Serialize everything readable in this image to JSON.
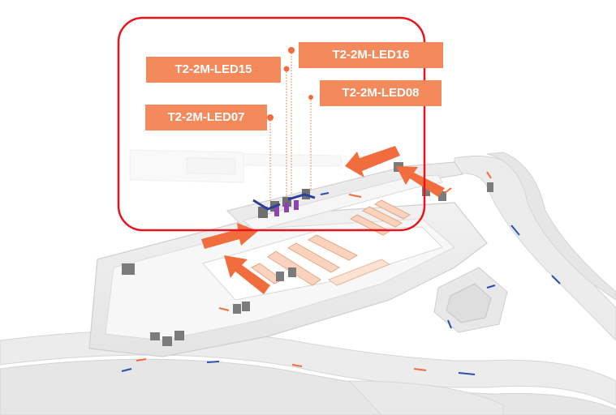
{
  "map": {
    "highlight_color": "#e8141c",
    "label_color": "#f48a5c",
    "arrow_color": "#f26d3d",
    "labels": [
      {
        "id": "led15",
        "text": "T2-2M-LED15"
      },
      {
        "id": "led16",
        "text": "T2-2M-LED16"
      },
      {
        "id": "led08",
        "text": "T2-2M-LED08"
      },
      {
        "id": "led07",
        "text": "T2-2M-LED07"
      }
    ],
    "icons": [
      "led-screen-marker-icon",
      "direction-arrow-icon",
      "flow-arrow-icon"
    ]
  }
}
